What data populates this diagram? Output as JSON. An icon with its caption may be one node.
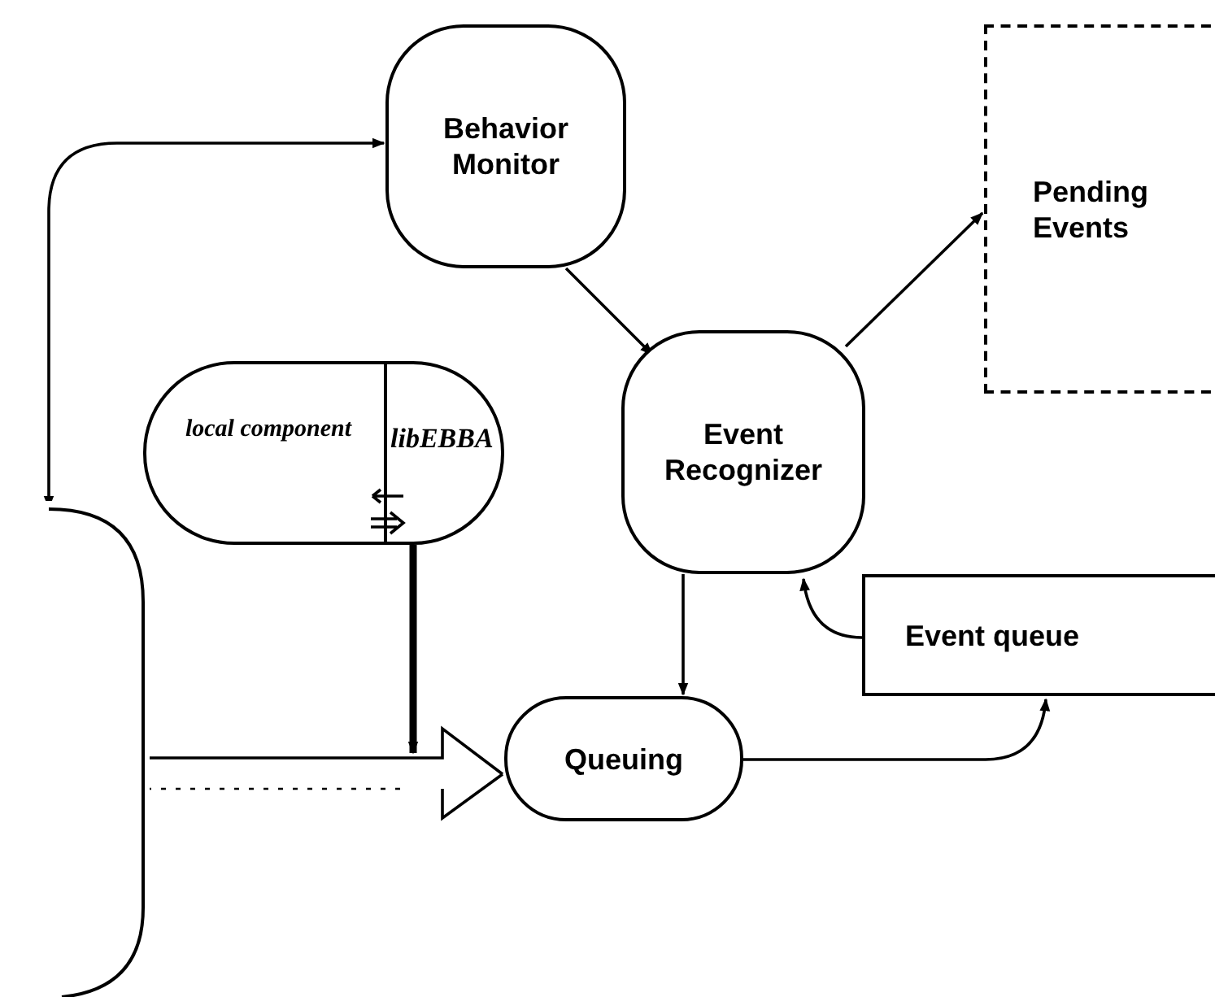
{
  "diagram": {
    "nodes": [
      {
        "text": [
          "Behavior Monitor"
        ]
      },
      {
        "text": [
          "Pending Events"
        ]
      },
      {
        "text": [
          "local component",
          "libEBBA"
        ]
      },
      {
        "text": [
          "Event Recognizer"
        ]
      },
      {
        "text": [
          "Event queue"
        ]
      },
      {
        "text": [
          "Queuing"
        ]
      },
      {
        "text": [],
        "shape": "bracket"
      }
    ],
    "edges": [
      {
        "from": 6,
        "to": 0,
        "arrow": "both"
      },
      {
        "from": 0,
        "to": 3,
        "arrow": "to"
      },
      {
        "from": 3,
        "to": 1,
        "arrow": "to"
      },
      {
        "from": 4,
        "to": 3,
        "arrow": "to"
      },
      {
        "from": 3,
        "to": 5,
        "arrow": "to"
      },
      {
        "from": 5,
        "to": 4,
        "arrow": "to"
      },
      {
        "from": 6,
        "to": 5,
        "arrow": "to"
      },
      {
        "from": 2,
        "to": null,
        "arrow": "to",
        "style": "thick"
      }
    ]
  }
}
